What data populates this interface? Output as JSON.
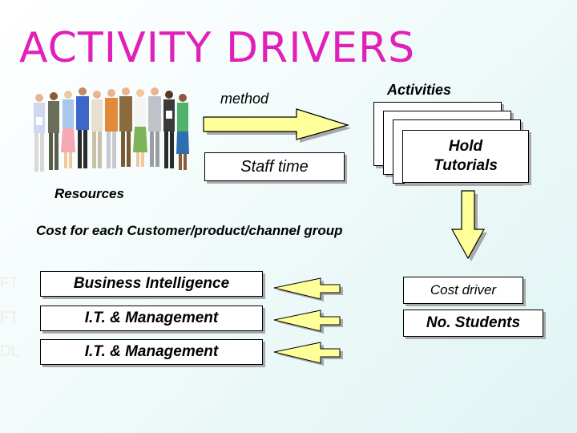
{
  "title": "ACTIVITY DRIVERS",
  "resources": {
    "method_label": "method",
    "staff_time_label": "Staff time",
    "resources_label": "Resources",
    "people_icon": "staff-group-clipart"
  },
  "activities": {
    "header": "Activities",
    "front_card": "Hold Tutorials"
  },
  "cost_section": {
    "heading": "Cost for each Customer/product/channel group",
    "rows": [
      {
        "code": "FT",
        "label": "Business Intelligence"
      },
      {
        "code": "FT",
        "label": "I.T. & Management"
      },
      {
        "code": "DL",
        "label": "I.T. & Management"
      }
    ]
  },
  "cost_driver": {
    "label": "Cost driver",
    "value": "No. Students"
  },
  "colors": {
    "title": "#e020b8",
    "arrow_fill": "#ffff99",
    "shadow": "#a9a9a9"
  }
}
